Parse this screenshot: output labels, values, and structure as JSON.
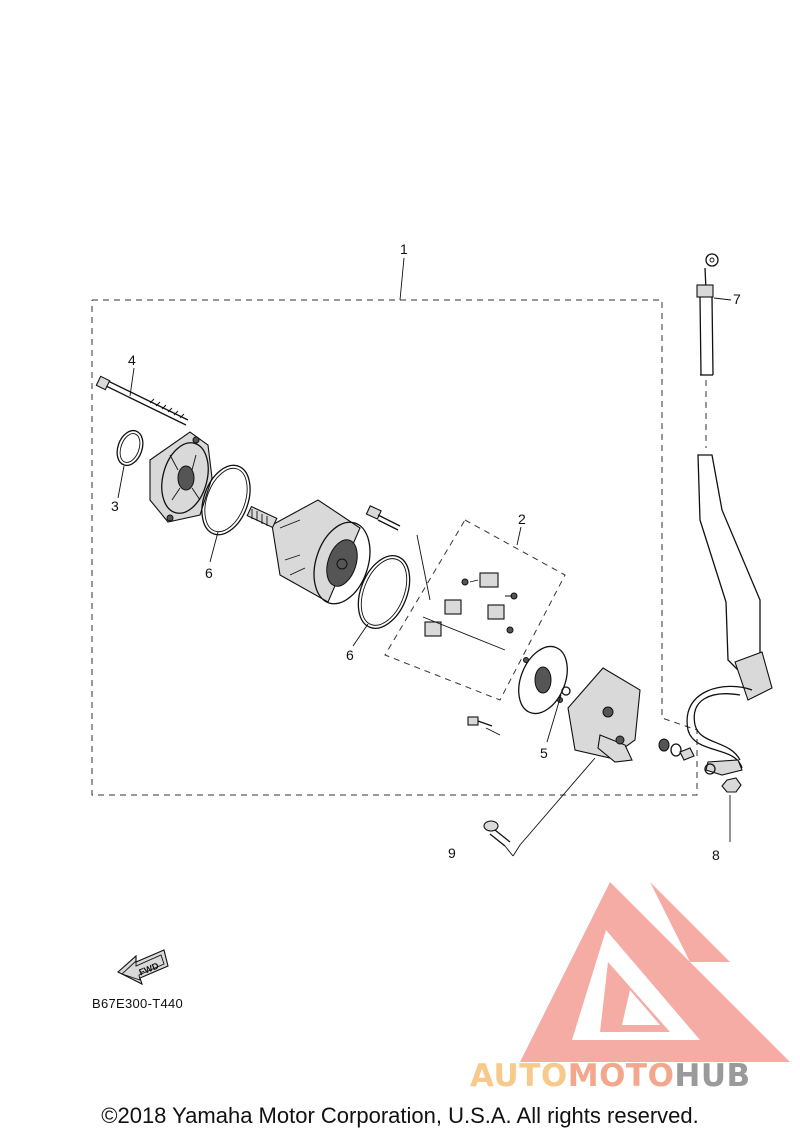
{
  "callouts": {
    "c1": "1",
    "c2": "2",
    "c3": "3",
    "c4": "4",
    "c5": "5",
    "c6a": "6",
    "c6b": "6",
    "c7": "7",
    "c8": "8",
    "c9": "9"
  },
  "fwd_label": "FWD",
  "diagram_code": "B67E300-T440",
  "watermark": {
    "part1": "AUTO",
    "part2": "MOTO",
    "part3": "HUB",
    "color_triangle": "#f4a8a0",
    "color_auto": "#f7c98a",
    "color_moto": "#f3a88e",
    "color_hub": "#9a9a9a"
  },
  "copyright": "©2018 Yamaha Motor Corporation, U.S.A. All rights reserved."
}
